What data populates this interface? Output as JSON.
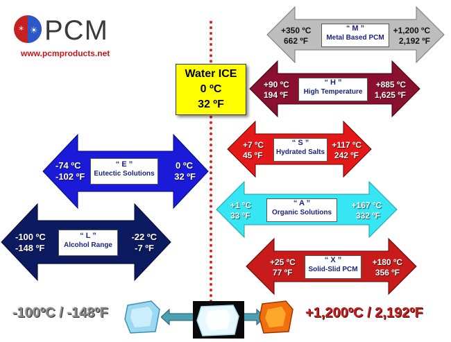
{
  "logo": {
    "brand": "PCM",
    "url": "www.pcmproducts.net"
  },
  "water_box": {
    "line1": "Water ICE",
    "line2": "0 ºC",
    "line3": "32 ºF"
  },
  "arrows": {
    "M": {
      "code": "“ M ”",
      "name": "Metal Based PCM",
      "left_c": "+350 ºC",
      "left_f": "662 ºF",
      "right_c": "+1,200 ºC",
      "right_f": "2,192 ºF",
      "color": "#b8b8b8"
    },
    "H": {
      "code": "“ H ”",
      "name": "High Temperature",
      "left_c": "+90 ºC",
      "left_f": "194 ºF",
      "right_c": "+885 ºC",
      "right_f": "1,625 ºF",
      "color": "#8a1030"
    },
    "S": {
      "code": "“ S ”",
      "name": "Hydrated Salts",
      "left_c": "+7 ºC",
      "left_f": "45 ºF",
      "right_c": "+117 ºC",
      "right_f": "242 ºF",
      "color": "#e01010"
    },
    "A": {
      "code": "“ A ”",
      "name": "Organic Solutions",
      "left_c": "+1 ºC",
      "left_f": "33 ºF",
      "right_c": "+167 ºC",
      "right_f": "332 ºF",
      "color": "#34e4f0"
    },
    "X": {
      "code": "“ X ”",
      "name": "Solid-Slid PCM",
      "left_c": "+25 ºC",
      "left_f": "77 ºF",
      "right_c": "+180 ºC",
      "right_f": "356 ºF",
      "color": "#c41a1a"
    },
    "E": {
      "code": "“ E ”",
      "name": "Eutectic Solutions",
      "left_c": "-74 ºC",
      "left_f": "-102 ºF",
      "right_c": "0 ºC",
      "right_f": "32 ºF",
      "color": "#1a1ad8"
    },
    "L": {
      "code": "“ L ”",
      "name": "Alcohol Range",
      "left_c": "-100 ºC",
      "left_f": "-148 ºF",
      "right_c": "-22 ºC",
      "right_f": "-7 ºF",
      "color": "#0c1a60"
    }
  },
  "bottom": {
    "min": "-100ºC / -148ºF",
    "max": "+1,200ºC / 2,192ºF"
  }
}
